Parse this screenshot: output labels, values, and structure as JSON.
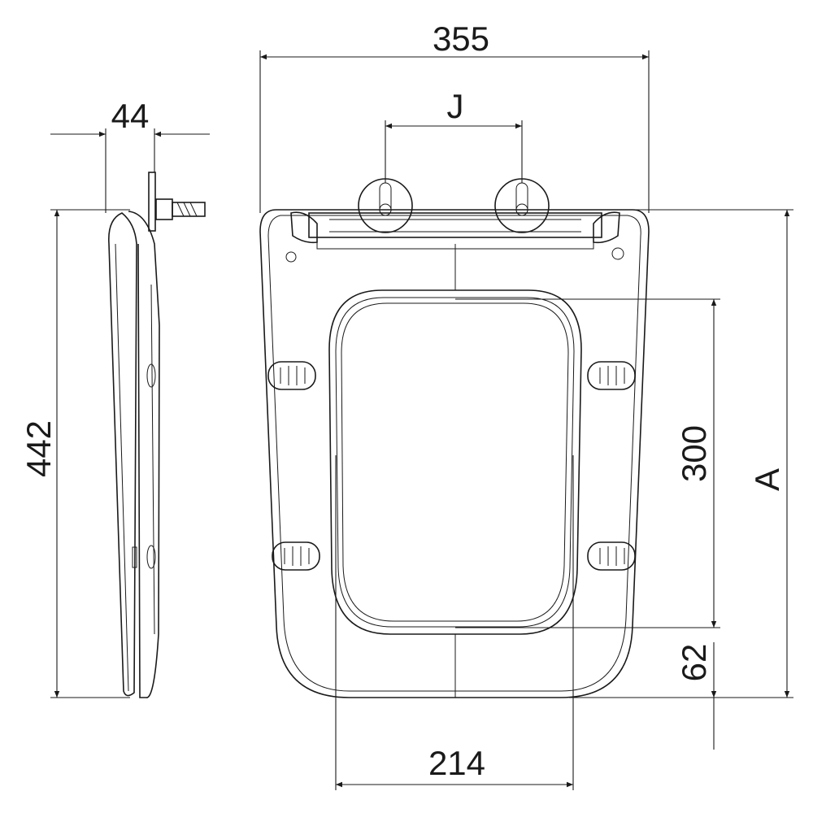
{
  "title": "Toilet seat dimension drawing",
  "dimensions": {
    "overall_width": "355",
    "hinge_spacing": "J",
    "side_thickness": "44",
    "overall_length": "442",
    "opening_length": "300",
    "hinge_to_rear": "A",
    "front_margin": "62",
    "opening_width": "214"
  },
  "colors": {
    "line": "#1a1a1a",
    "background": "#ffffff"
  }
}
